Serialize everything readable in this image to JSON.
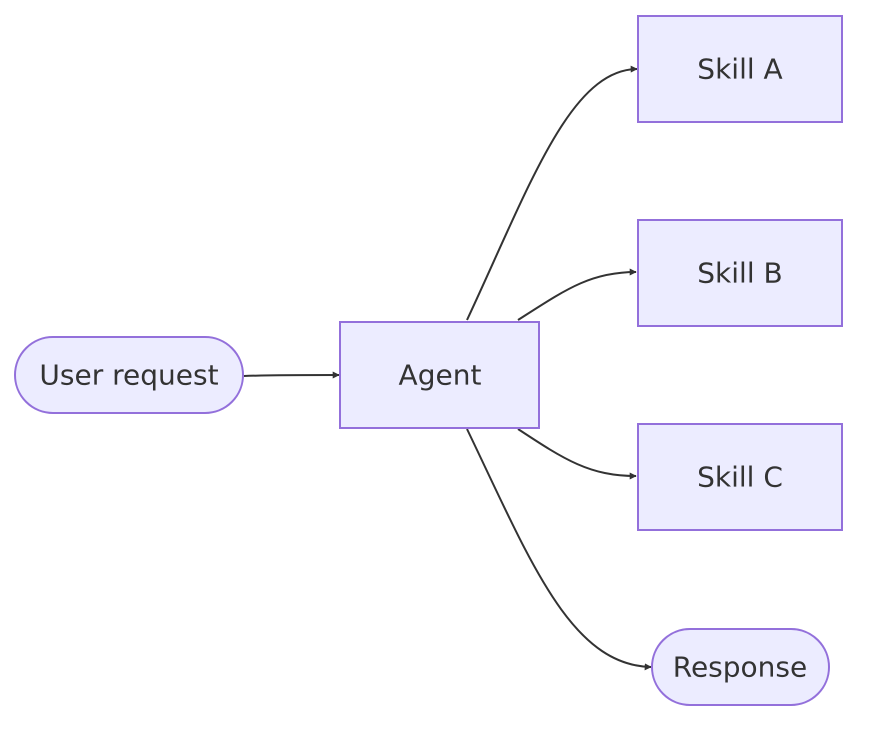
{
  "nodes": {
    "user_request": "User request",
    "agent": "Agent",
    "skill_a": "Skill A",
    "skill_b": "Skill B",
    "skill_c": "Skill C",
    "response": "Response"
  },
  "colors": {
    "node_fill": "#ECECFF",
    "node_stroke": "#9370DB",
    "edge": "#333333",
    "text": "#333333"
  }
}
